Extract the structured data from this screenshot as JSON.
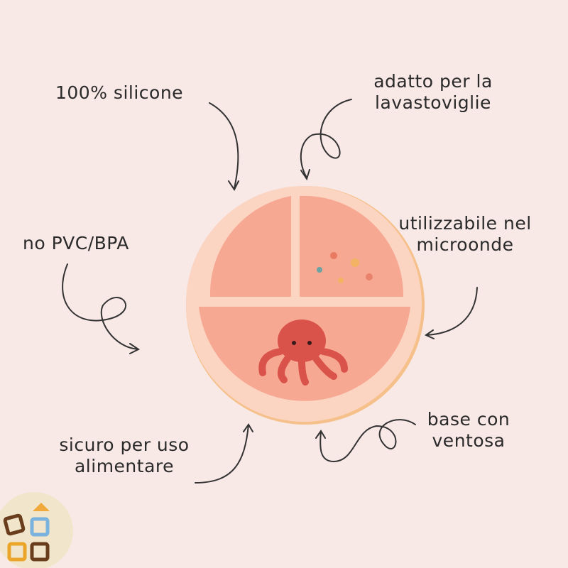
{
  "labels": {
    "silicone": "100% silicone",
    "dishwasher_1": "adatto per la",
    "dishwasher_2": "lavastoviglie",
    "no_pvc": "no PVC/BPA",
    "microwave_1": "utilizzabile nel",
    "microwave_2": "microonde",
    "food_safe_1": "sicuro per uso",
    "food_safe_2": "alimentare",
    "suction_1": "base con",
    "suction_2": "ventosa"
  },
  "colors": {
    "background": "#f8e8e6",
    "plate": "#f4a48e",
    "plate_rim": "#fbd6c4",
    "octopus": "#d9534a"
  }
}
